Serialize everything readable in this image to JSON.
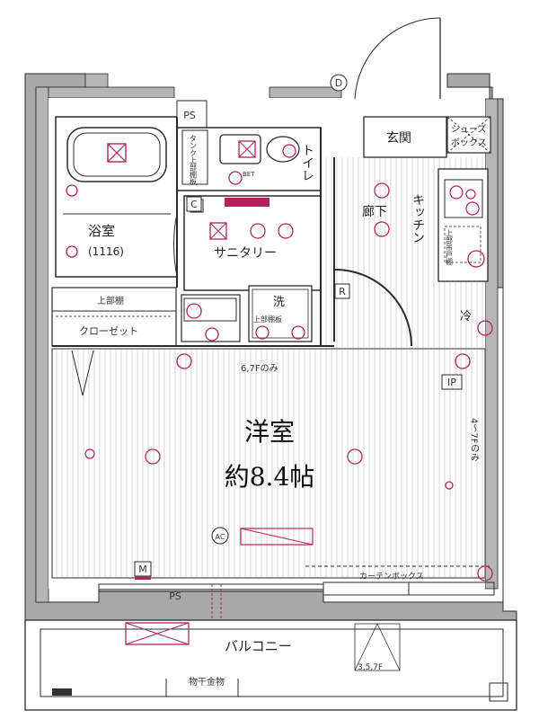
{
  "rooms": {
    "bath_label": "浴室",
    "bath_size": "(1116)",
    "toilet": "トイレ",
    "sanitary": "サニタリー",
    "entrance": "玄関",
    "shoes_box_line1": "シューズ",
    "shoes_box_line2": "ボックス",
    "corridor": "廊下",
    "kitchen": "キッチン",
    "closet_upper_shelf": "上部棚",
    "closet": "クローゼット",
    "washer": "洗",
    "washer_upper": "上部棚板",
    "fridge": "冷",
    "western_room": "洋室",
    "western_size": "約8.4帖",
    "balcony": "バルコニー",
    "drying_hardware": "物干金物",
    "curtain_box": "カーテンボックス"
  },
  "symbols": {
    "ps": "PS",
    "ps_bottom": "PS",
    "c_mark": "C",
    "d_mark": "D",
    "r_mark": "R",
    "m_mark": "M",
    "ip_mark": "IP",
    "ac_mark": "AC",
    "toilet_tank_shelf": "タンク上部棚板",
    "kitchen_upper": "上部吊戸棚",
    "bet": "BET"
  },
  "notes": {
    "floors_67": "6,7Fのみ",
    "floors_47": "4〜7Fのみ",
    "floors_357": "3,5,7F"
  },
  "colors": {
    "wall": "#a9a9a9",
    "line": "#2a2a2a",
    "accent": "#b0245e",
    "hatch": "#cfcfcf"
  }
}
